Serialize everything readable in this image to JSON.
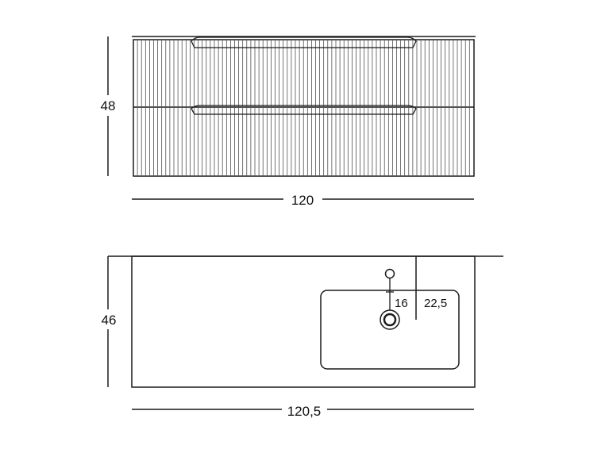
{
  "front_view": {
    "height_label": "48",
    "width_label": "120"
  },
  "top_view": {
    "depth_label": "46",
    "width_label": "120,5",
    "tap_offset_label": "16",
    "edge_offset_label": "22,5"
  }
}
